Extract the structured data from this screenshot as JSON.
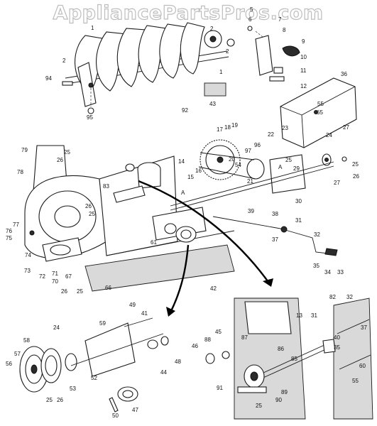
{
  "watermark": "AppliancePartsPros.com",
  "callouts": [
    {
      "id": "c1a",
      "text": "1"
    },
    {
      "id": "c1b",
      "text": "1"
    },
    {
      "id": "c2a",
      "text": "2"
    },
    {
      "id": "c2b",
      "text": "2"
    },
    {
      "id": "c2c",
      "text": "2"
    },
    {
      "id": "c5",
      "text": "5"
    },
    {
      "id": "c6",
      "text": "6"
    },
    {
      "id": "c7",
      "text": "7"
    },
    {
      "id": "c8",
      "text": "8"
    },
    {
      "id": "c9",
      "text": "9"
    },
    {
      "id": "c10",
      "text": "10"
    },
    {
      "id": "c11",
      "text": "11"
    },
    {
      "id": "c12",
      "text": "12"
    },
    {
      "id": "c13",
      "text": "13"
    },
    {
      "id": "c14",
      "text": "14"
    },
    {
      "id": "c15",
      "text": "15"
    },
    {
      "id": "c16",
      "text": "16"
    },
    {
      "id": "c17",
      "text": "17"
    },
    {
      "id": "c18",
      "text": "18"
    },
    {
      "id": "c19",
      "text": "19"
    },
    {
      "id": "c20",
      "text": "20"
    },
    {
      "id": "c21",
      "text": "21"
    },
    {
      "id": "c22",
      "text": "22"
    },
    {
      "id": "c23",
      "text": "23"
    },
    {
      "id": "c24a",
      "text": "24"
    },
    {
      "id": "c24b",
      "text": "24"
    },
    {
      "id": "c25a",
      "text": "25"
    },
    {
      "id": "c25b",
      "text": "25"
    },
    {
      "id": "c25c",
      "text": "25"
    },
    {
      "id": "c25d",
      "text": "25"
    },
    {
      "id": "c25e",
      "text": "25"
    },
    {
      "id": "c25f",
      "text": "25"
    },
    {
      "id": "c25g",
      "text": "25"
    },
    {
      "id": "c26a",
      "text": "26"
    },
    {
      "id": "c26b",
      "text": "26"
    },
    {
      "id": "c26c",
      "text": "26"
    },
    {
      "id": "c26d",
      "text": "26"
    },
    {
      "id": "c26e",
      "text": "26"
    },
    {
      "id": "c27a",
      "text": "27"
    },
    {
      "id": "c27b",
      "text": "27"
    },
    {
      "id": "c29",
      "text": "29"
    },
    {
      "id": "c30",
      "text": "30"
    },
    {
      "id": "c31a",
      "text": "31"
    },
    {
      "id": "c31b",
      "text": "31"
    },
    {
      "id": "c32a",
      "text": "32"
    },
    {
      "id": "c32b",
      "text": "32"
    },
    {
      "id": "c33",
      "text": "33"
    },
    {
      "id": "c34",
      "text": "34"
    },
    {
      "id": "c35a",
      "text": "35"
    },
    {
      "id": "c35b",
      "text": "35"
    },
    {
      "id": "c36",
      "text": "36"
    },
    {
      "id": "c37a",
      "text": "37"
    },
    {
      "id": "c37b",
      "text": "37"
    },
    {
      "id": "c38",
      "text": "38"
    },
    {
      "id": "c39",
      "text": "39"
    },
    {
      "id": "c40",
      "text": "40"
    },
    {
      "id": "c41",
      "text": "41"
    },
    {
      "id": "c42",
      "text": "42"
    },
    {
      "id": "c43",
      "text": "43"
    },
    {
      "id": "c44",
      "text": "44"
    },
    {
      "id": "c45",
      "text": "45"
    },
    {
      "id": "c46",
      "text": "46"
    },
    {
      "id": "c47",
      "text": "47"
    },
    {
      "id": "c48",
      "text": "48"
    },
    {
      "id": "c49",
      "text": "49"
    },
    {
      "id": "c50",
      "text": "50"
    },
    {
      "id": "c52",
      "text": "52"
    },
    {
      "id": "c53",
      "text": "53"
    },
    {
      "id": "c54",
      "text": "54"
    },
    {
      "id": "c55a",
      "text": "55"
    },
    {
      "id": "c55b",
      "text": "55"
    },
    {
      "id": "c56",
      "text": "56"
    },
    {
      "id": "c57",
      "text": "57"
    },
    {
      "id": "c58",
      "text": "58"
    },
    {
      "id": "c59",
      "text": "59"
    },
    {
      "id": "c60",
      "text": "60"
    },
    {
      "id": "c61",
      "text": "61"
    },
    {
      "id": "c65",
      "text": "65"
    },
    {
      "id": "c66",
      "text": "66"
    },
    {
      "id": "c67",
      "text": "67"
    },
    {
      "id": "c70",
      "text": "70"
    },
    {
      "id": "c71",
      "text": "71"
    },
    {
      "id": "c72",
      "text": "72"
    },
    {
      "id": "c73",
      "text": "73"
    },
    {
      "id": "c74",
      "text": "74"
    },
    {
      "id": "c75",
      "text": "75"
    },
    {
      "id": "c76",
      "text": "76"
    },
    {
      "id": "c77",
      "text": "77"
    },
    {
      "id": "c78",
      "text": "78"
    },
    {
      "id": "c79",
      "text": "79"
    },
    {
      "id": "c82",
      "text": "82"
    },
    {
      "id": "c83",
      "text": "83"
    },
    {
      "id": "c85",
      "text": "85"
    },
    {
      "id": "c86",
      "text": "86"
    },
    {
      "id": "c87",
      "text": "87"
    },
    {
      "id": "c88",
      "text": "88"
    },
    {
      "id": "c89",
      "text": "89"
    },
    {
      "id": "c90",
      "text": "90"
    },
    {
      "id": "c91",
      "text": "91"
    },
    {
      "id": "c92",
      "text": "92"
    },
    {
      "id": "c94",
      "text": "94"
    },
    {
      "id": "c95",
      "text": "95"
    },
    {
      "id": "c96",
      "text": "96"
    },
    {
      "id": "c97",
      "text": "97"
    },
    {
      "id": "cA1",
      "text": "A"
    },
    {
      "id": "cA2",
      "text": "A"
    }
  ]
}
